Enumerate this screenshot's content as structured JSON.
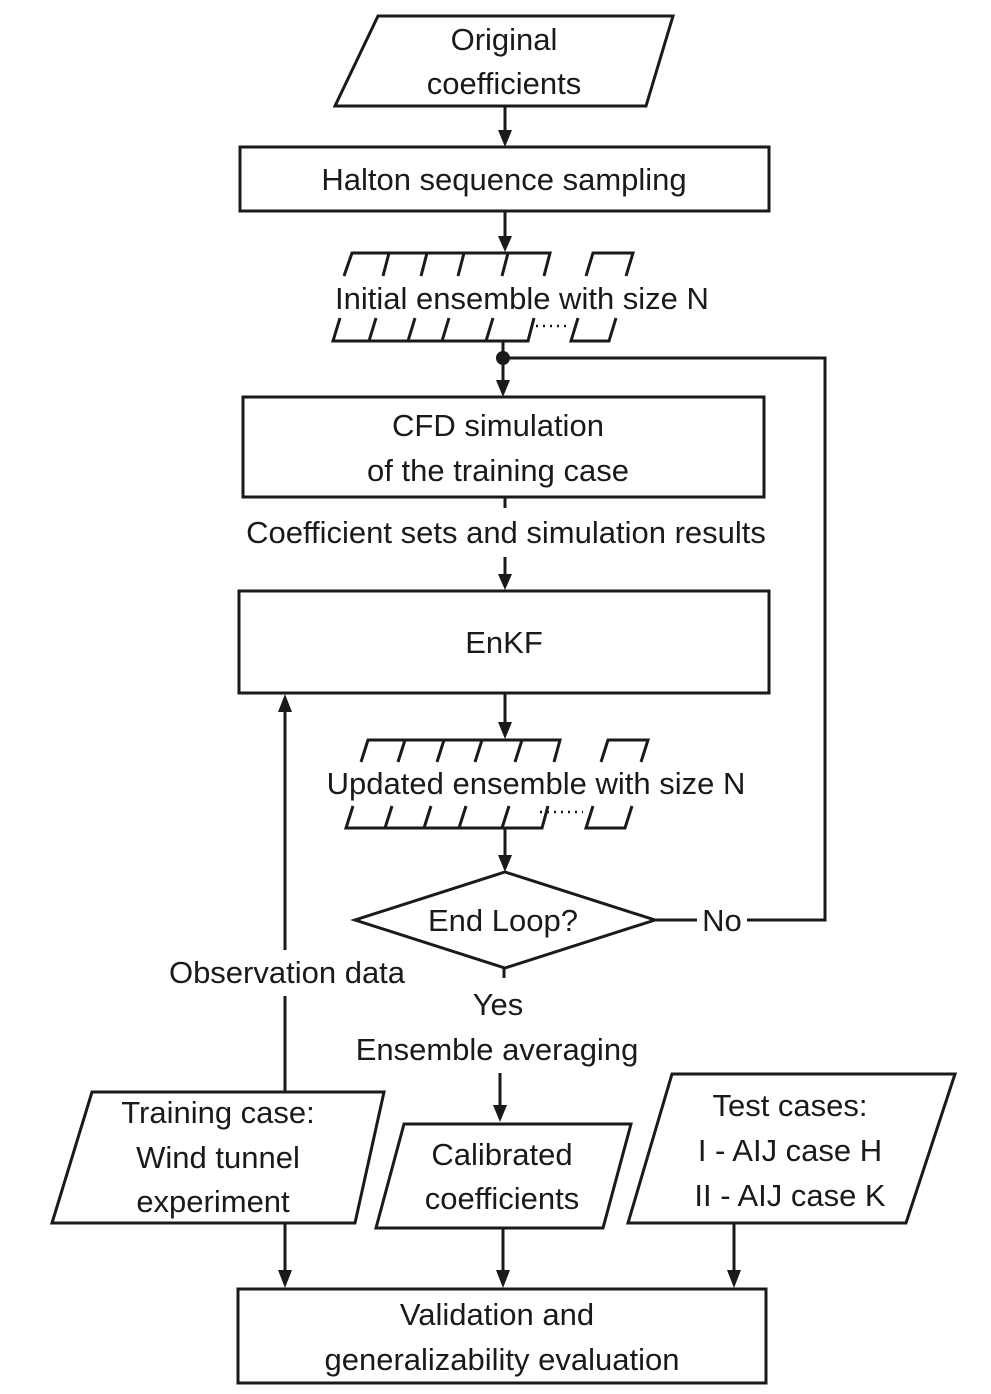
{
  "diagram": {
    "type": "flowchart",
    "nodes": {
      "original": {
        "lines": [
          "Original",
          "coefficients"
        ],
        "shape": "parallelogram"
      },
      "halton": {
        "lines": [
          "Halton sequence sampling"
        ],
        "shape": "rectangle"
      },
      "initial_ensemble": {
        "lines": [
          "Initial ensemble with size N"
        ],
        "shape": "ensemble-stack"
      },
      "cfd": {
        "lines": [
          "CFD simulation",
          "of the training case"
        ],
        "shape": "rectangle"
      },
      "enkf": {
        "lines": [
          "EnKF"
        ],
        "shape": "rectangle"
      },
      "updated_ensemble": {
        "lines": [
          "Updated ensemble with size N"
        ],
        "shape": "ensemble-stack"
      },
      "end_loop": {
        "lines": [
          "End Loop?"
        ],
        "shape": "diamond"
      },
      "training_case": {
        "lines": [
          "Training case:",
          "Wind tunnel",
          "experiment"
        ],
        "shape": "parallelogram"
      },
      "calibrated": {
        "lines": [
          "Calibrated",
          "coefficients"
        ],
        "shape": "parallelogram"
      },
      "test_cases": {
        "lines": [
          "Test cases:",
          "I - AIJ case H",
          "II - AIJ case K"
        ],
        "shape": "parallelogram"
      },
      "validation": {
        "lines": [
          "Validation and",
          "generalizability evaluation"
        ],
        "shape": "rectangle"
      }
    },
    "edge_labels": {
      "cfd_to_enkf": "Coefficient sets and simulation results",
      "observation": "Observation data",
      "no": "No",
      "yes": "Yes",
      "averaging": "Ensemble averaging"
    },
    "edges": [
      {
        "from": "original",
        "to": "halton"
      },
      {
        "from": "halton",
        "to": "initial_ensemble"
      },
      {
        "from": "initial_ensemble",
        "to": "cfd"
      },
      {
        "from": "cfd",
        "to": "enkf",
        "label": "Coefficient sets and simulation results"
      },
      {
        "from": "enkf",
        "to": "updated_ensemble"
      },
      {
        "from": "updated_ensemble",
        "to": "end_loop"
      },
      {
        "from": "end_loop",
        "to": "cfd",
        "label": "No"
      },
      {
        "from": "end_loop",
        "to": "calibrated",
        "label": "Yes / Ensemble averaging"
      },
      {
        "from": "training_case",
        "to": "enkf",
        "label": "Observation data"
      },
      {
        "from": "training_case",
        "to": "validation"
      },
      {
        "from": "calibrated",
        "to": "validation"
      },
      {
        "from": "test_cases",
        "to": "validation"
      }
    ]
  }
}
